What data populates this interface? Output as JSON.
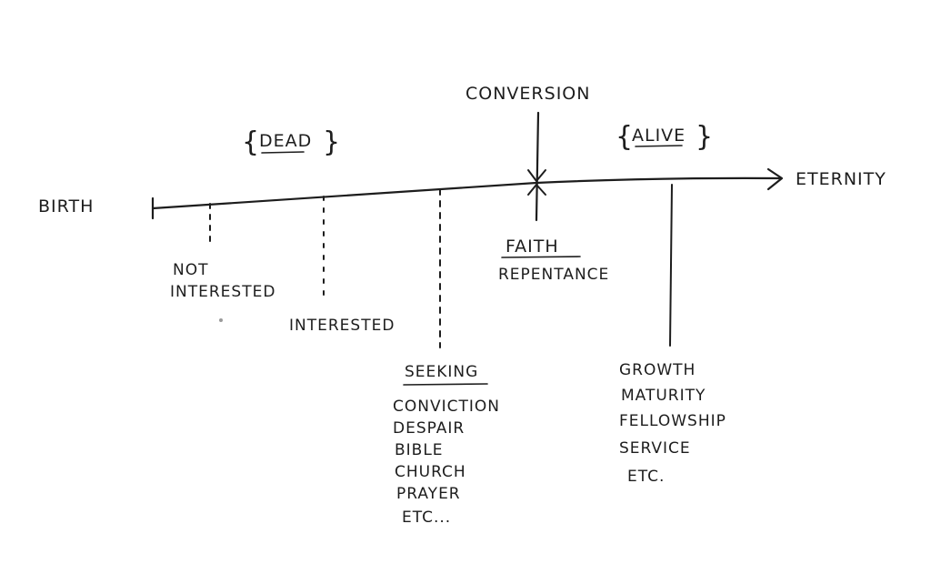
{
  "timeline": {
    "start_label": "BIRTH",
    "end_label": "ETERNITY"
  },
  "states": {
    "before": "DEAD",
    "after": "ALIVE"
  },
  "conversion": {
    "label": "CONVERSION",
    "response_title": "FAITH",
    "response_sub": "REPENTANCE"
  },
  "stages": {
    "not_interested": [
      "NOT",
      "INTERESTED"
    ],
    "interested": "INTERESTED",
    "seeking": {
      "title": "SEEKING",
      "items": [
        "CONVICTION",
        "DESPAIR",
        "BIBLE",
        "CHURCH",
        "PRAYER",
        "ETC..."
      ]
    },
    "growth": {
      "items": [
        "GROWTH",
        "MATURITY",
        "FELLOWSHIP",
        "SERVICE",
        "ETC."
      ]
    }
  }
}
